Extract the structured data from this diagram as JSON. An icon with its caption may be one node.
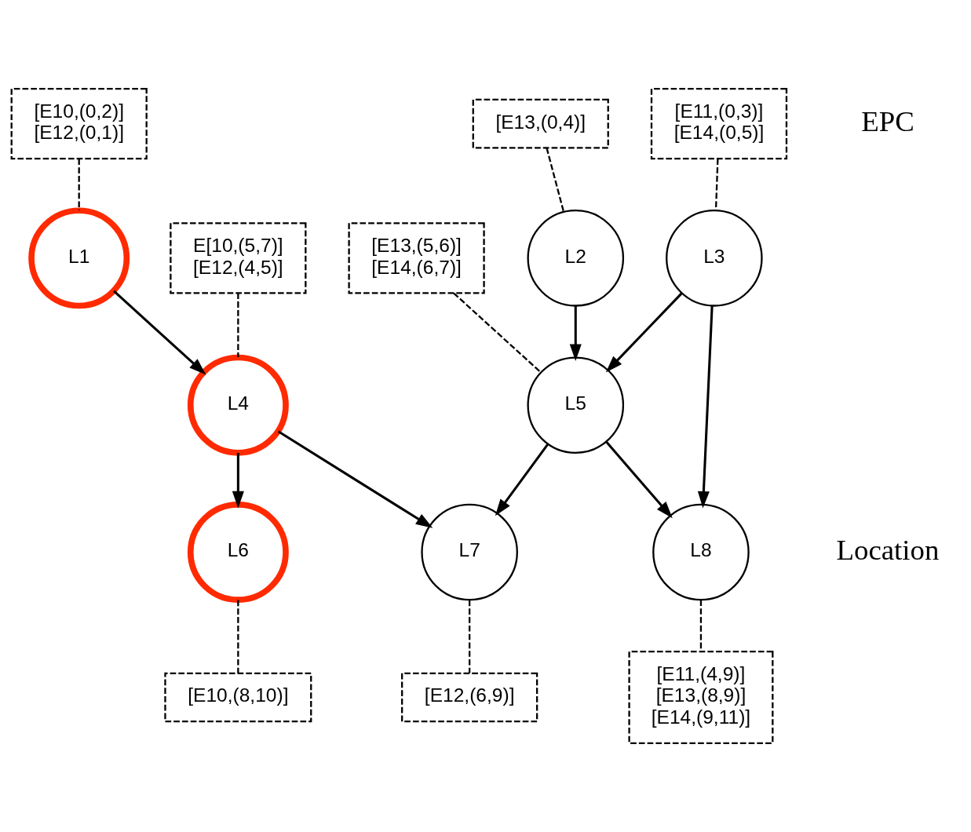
{
  "diagram": {
    "nodes": [
      {
        "text": [
          "[E13,(0,4)]"
        ]
      },
      {
        "text": [
          "[E11,(0,3)]",
          "[E14,(0,5)]"
        ]
      },
      {
        "text": [
          "[E10,(0,2)]",
          "[E12,(0,1)]"
        ]
      },
      {
        "text": [
          "L1"
        ]
      },
      {
        "text": [
          "L2"
        ]
      },
      {
        "text": [
          "L3"
        ]
      },
      {
        "text": [
          "E[10,(5,7)]",
          "[E12,(4,5)]"
        ]
      },
      {
        "text": [
          "[E13,(5,6)]",
          "[E14,(6,7)]"
        ]
      },
      {
        "text": [
          "L4"
        ]
      },
      {
        "text": [
          "L5"
        ]
      },
      {
        "text": [
          "L6"
        ]
      },
      {
        "text": [
          "L7"
        ]
      },
      {
        "text": [
          "L8"
        ]
      },
      {
        "text": [
          "[E10,(8,10)]"
        ]
      },
      {
        "text": [
          "[E12,(6,9)]"
        ]
      },
      {
        "text": [
          "[E11,(4,9)]",
          "[E13,(8,9)]",
          "[E14,(9,11)]"
        ]
      }
    ],
    "edges": [
      {
        "from": 3,
        "to": 8,
        "arrow": "to"
      },
      {
        "from": 4,
        "to": 9,
        "arrow": "to"
      },
      {
        "from": 5,
        "to": 9,
        "arrow": "to"
      },
      {
        "from": 5,
        "to": 12,
        "arrow": "to"
      },
      {
        "from": 8,
        "to": 10,
        "arrow": "to"
      },
      {
        "from": 8,
        "to": 11,
        "arrow": "to"
      },
      {
        "from": 9,
        "to": 11,
        "arrow": "to"
      },
      {
        "from": 9,
        "to": 12,
        "arrow": "to"
      },
      {
        "from": 2,
        "to": 3,
        "arrow": "none",
        "style": "dashed"
      },
      {
        "from": 0,
        "to": 4,
        "arrow": "none",
        "style": "dashed"
      },
      {
        "from": 1,
        "to": 5,
        "arrow": "none",
        "style": "dashed"
      },
      {
        "from": 6,
        "to": 8,
        "arrow": "none",
        "style": "dashed"
      },
      {
        "from": 7,
        "to": 9,
        "arrow": "none",
        "style": "dashed"
      },
      {
        "from": 10,
        "to": 13,
        "arrow": "none",
        "style": "dashed"
      },
      {
        "from": 11,
        "to": 14,
        "arrow": "none",
        "style": "dashed"
      },
      {
        "from": 12,
        "to": 15,
        "arrow": "none",
        "style": "dashed"
      }
    ],
    "labels": [
      "EPC",
      "Location"
    ]
  }
}
